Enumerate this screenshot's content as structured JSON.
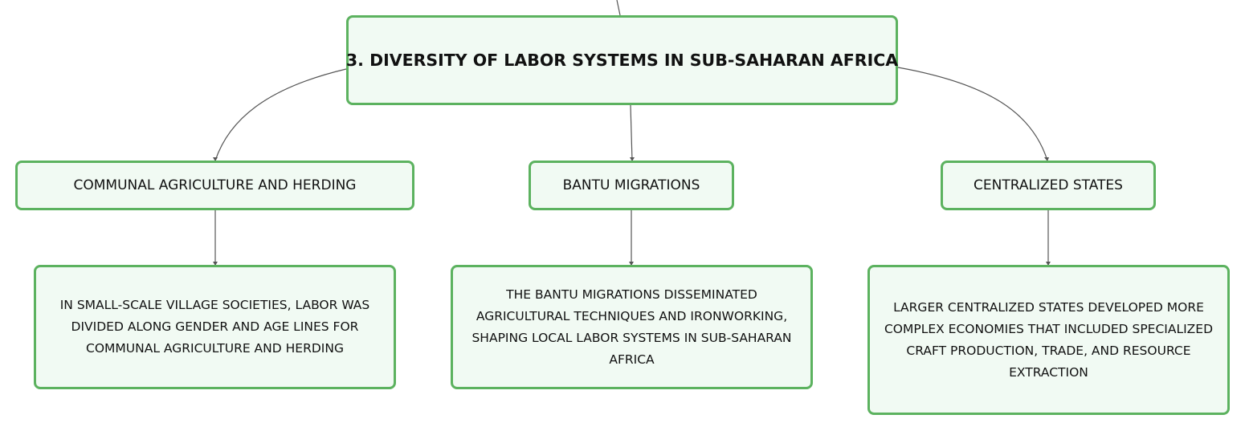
{
  "diagram": {
    "root": {
      "label": "3. DIVERSITY OF LABOR SYSTEMS IN SUB-SAHARAN AFRICA"
    },
    "branches": [
      {
        "label": "COMMUNAL AGRICULTURE AND HERDING",
        "detail": "IN SMALL-SCALE VILLAGE SOCIETIES, LABOR WAS DIVIDED ALONG GENDER AND AGE LINES FOR COMMUNAL AGRICULTURE AND HERDING"
      },
      {
        "label": "BANTU MIGRATIONS",
        "detail": "THE BANTU MIGRATIONS DISSEMINATED AGRICULTURAL TECHNIQUES AND IRONWORKING, SHAPING LOCAL LABOR SYSTEMS IN SUB-SAHARAN AFRICA"
      },
      {
        "label": "CENTRALIZED STATES",
        "detail": "LARGER CENTRALIZED STATES DEVELOPED MORE COMPLEX ECONOMIES THAT INCLUDED SPECIALIZED CRAFT PRODUCTION, TRADE, AND RESOURCE EXTRACTION"
      }
    ],
    "colors": {
      "node_border": "#5cb25f",
      "node_fill": "#f1faf3",
      "connector": "#555555"
    }
  }
}
